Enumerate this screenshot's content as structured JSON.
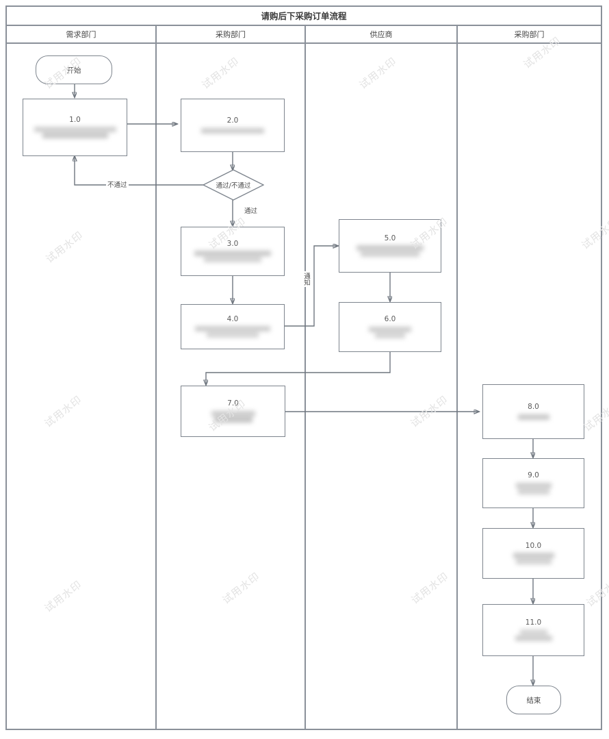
{
  "document": {
    "title": "请购后下采购订单流程",
    "watermark_text": "试用水印"
  },
  "lanes": [
    {
      "label": "需求部门"
    },
    {
      "label": "采购部门"
    },
    {
      "label": "供应商"
    },
    {
      "label": "采购部门"
    }
  ],
  "nodes": {
    "start": {
      "label": "开始",
      "type": "terminator"
    },
    "end": {
      "label": "结束",
      "type": "terminator"
    },
    "n1": {
      "number": "1.0",
      "type": "process",
      "body": "redacted"
    },
    "n2": {
      "number": "2.0",
      "type": "process",
      "body": "redacted"
    },
    "n3": {
      "number": "3.0",
      "type": "process",
      "body": "redacted"
    },
    "n4": {
      "number": "4.0",
      "type": "process",
      "body": "redacted"
    },
    "n5": {
      "number": "5.0",
      "type": "process",
      "body": "redacted"
    },
    "n6": {
      "number": "6.0",
      "type": "process",
      "body": "redacted"
    },
    "n7": {
      "number": "7.0",
      "type": "process",
      "body": "redacted"
    },
    "n8": {
      "number": "8.0",
      "type": "process",
      "body": "redacted"
    },
    "n9": {
      "number": "9.0",
      "type": "process",
      "body": "redacted"
    },
    "n10": {
      "number": "10.0",
      "type": "process",
      "body": "redacted"
    },
    "n11": {
      "number": "11.0",
      "type": "process",
      "body": "redacted"
    },
    "decision": {
      "label": "通过/不通过",
      "type": "decision"
    }
  },
  "edge_labels": {
    "fail": "不通过",
    "pass": "通过",
    "notify": "通知"
  },
  "colors": {
    "border": "#8a9099",
    "node_border": "#7d848d",
    "connector": "#6f767f",
    "text": "#3a3a3a",
    "watermark": "#e3e3e3",
    "background": "#ffffff"
  }
}
